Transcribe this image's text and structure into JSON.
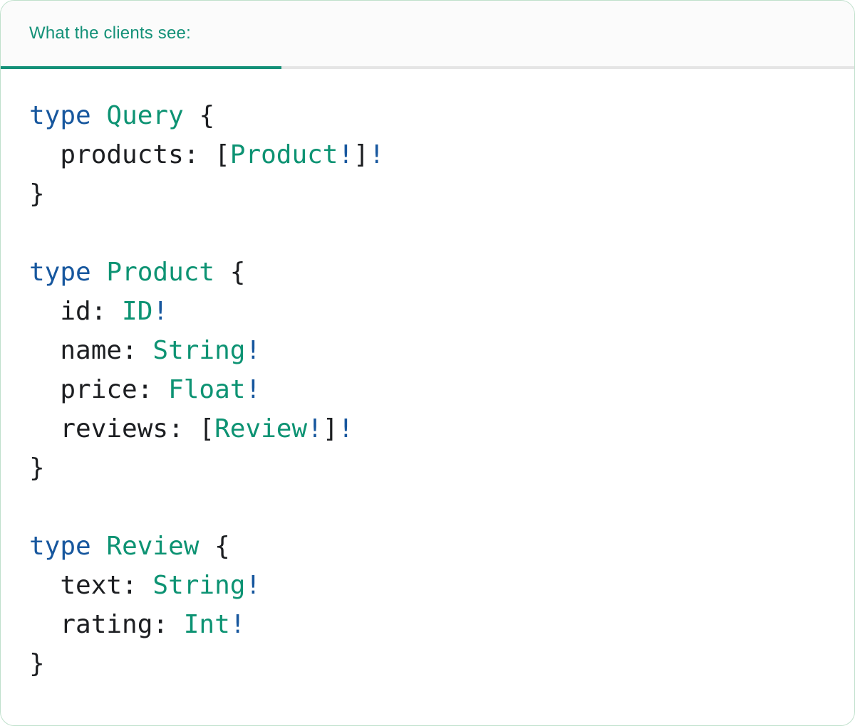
{
  "tab": {
    "label": "What the clients see:"
  },
  "colors": {
    "teal": "#149178",
    "teal_code": "#0d9373",
    "blue": "#17579e",
    "dark": "#1c1e21",
    "tab_divider": "#e5e5e5",
    "tabbar_bg": "#fbfbfb",
    "card_border": "#bfe0cb",
    "card_bg": "#ffffff"
  },
  "code": {
    "language": "graphql",
    "lines": [
      [
        {
          "c": "kw",
          "t": "type"
        },
        {
          "c": "plain",
          "t": " "
        },
        {
          "c": "type",
          "t": "Query"
        },
        {
          "c": "plain",
          "t": " {"
        }
      ],
      [
        {
          "c": "plain",
          "t": "  products: ["
        },
        {
          "c": "type",
          "t": "Product"
        },
        {
          "c": "bang",
          "t": "!"
        },
        {
          "c": "plain",
          "t": "]"
        },
        {
          "c": "bang",
          "t": "!"
        }
      ],
      [
        {
          "c": "plain",
          "t": "}"
        }
      ],
      [],
      [
        {
          "c": "kw",
          "t": "type"
        },
        {
          "c": "plain",
          "t": " "
        },
        {
          "c": "type",
          "t": "Product"
        },
        {
          "c": "plain",
          "t": " {"
        }
      ],
      [
        {
          "c": "plain",
          "t": "  id: "
        },
        {
          "c": "type",
          "t": "ID"
        },
        {
          "c": "bang",
          "t": "!"
        }
      ],
      [
        {
          "c": "plain",
          "t": "  name: "
        },
        {
          "c": "type",
          "t": "String"
        },
        {
          "c": "bang",
          "t": "!"
        }
      ],
      [
        {
          "c": "plain",
          "t": "  price: "
        },
        {
          "c": "type",
          "t": "Float"
        },
        {
          "c": "bang",
          "t": "!"
        }
      ],
      [
        {
          "c": "plain",
          "t": "  reviews: ["
        },
        {
          "c": "type",
          "t": "Review"
        },
        {
          "c": "bang",
          "t": "!"
        },
        {
          "c": "plain",
          "t": "]"
        },
        {
          "c": "bang",
          "t": "!"
        }
      ],
      [
        {
          "c": "plain",
          "t": "}"
        }
      ],
      [],
      [
        {
          "c": "kw",
          "t": "type"
        },
        {
          "c": "plain",
          "t": " "
        },
        {
          "c": "type",
          "t": "Review"
        },
        {
          "c": "plain",
          "t": " {"
        }
      ],
      [
        {
          "c": "plain",
          "t": "  text: "
        },
        {
          "c": "type",
          "t": "String"
        },
        {
          "c": "bang",
          "t": "!"
        }
      ],
      [
        {
          "c": "plain",
          "t": "  rating: "
        },
        {
          "c": "type",
          "t": "Int"
        },
        {
          "c": "bang",
          "t": "!"
        }
      ],
      [
        {
          "c": "plain",
          "t": "}"
        }
      ]
    ]
  }
}
